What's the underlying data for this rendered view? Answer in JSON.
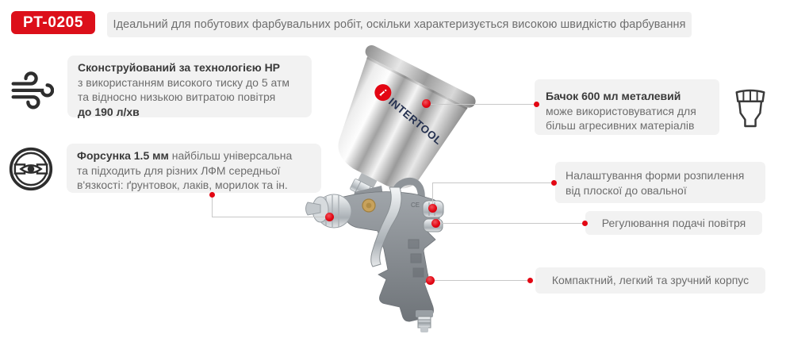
{
  "badge": {
    "label": "PT-0205"
  },
  "banner": {
    "text": "Ідеальний для побутових фарбувальних робіт, оскільки характеризується високою швидкістю фарбування"
  },
  "features_left": [
    {
      "icon": "air-flow-icon",
      "title": "Сконструйований за технологією HP",
      "line2": "з використанням високого тиску до 5 атм",
      "line3": "та відносно низькою витратою повітря",
      "line4": "до 190 л/хв"
    },
    {
      "icon": "spray-nozzle-icon",
      "lead": "Форсунка 1.5 мм",
      "lead_rest": "найбільш універсальна",
      "line2": "та підходить для різних ЛФМ середньої",
      "line3": "в'язкості: ґрунтовок, лаків, морилок та ін."
    }
  ],
  "callouts_right": [
    {
      "icon": "paint-cup-icon",
      "title": "Бачок 600 мл металевий",
      "line2": "може використовуватися для",
      "line3": "більш агресивних матеріалів"
    },
    {
      "line1": "Налаштування форми розпилення",
      "line2": "від плоскої до овальної"
    },
    {
      "text": "Регулювання подачі повітря"
    },
    {
      "text": "Компактний, легкий та зручний корпус"
    }
  ],
  "product": {
    "brand": "INTERTOOL",
    "ce_mark": "CE"
  },
  "colors": {
    "brand_red": "#e30613",
    "panel_bg": "#f2f2f2",
    "heading_text": "#3a3a3a",
    "body_text": "#6d6d6d",
    "connector_line": "#c8c8c8",
    "logo_navy": "#24304f"
  }
}
